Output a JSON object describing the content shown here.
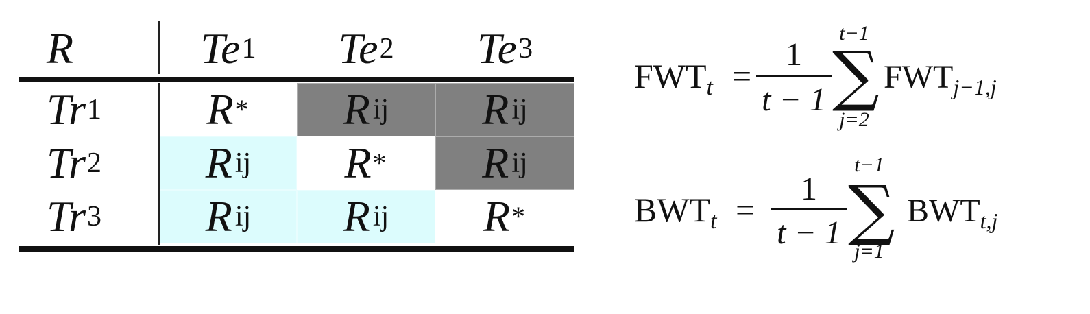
{
  "table": {
    "corner": "R",
    "columns": [
      {
        "base": "Te",
        "sub": "1"
      },
      {
        "base": "Te",
        "sub": "2"
      },
      {
        "base": "Te",
        "sub": "3"
      }
    ],
    "rows": [
      {
        "base": "Tr",
        "sub": "1",
        "cells": [
          {
            "base": "R",
            "sup": "*",
            "sub": "",
            "fill": "#ffffff"
          },
          {
            "base": "R",
            "sup": "",
            "sub": "ij",
            "fill": "#808080"
          },
          {
            "base": "R",
            "sup": "",
            "sub": "ij",
            "fill": "#808080"
          }
        ]
      },
      {
        "base": "Tr",
        "sub": "2",
        "cells": [
          {
            "base": "R",
            "sup": "",
            "sub": "ij",
            "fill": "#dcfcfd"
          },
          {
            "base": "R",
            "sup": "*",
            "sub": "",
            "fill": "#ffffff"
          },
          {
            "base": "R",
            "sup": "",
            "sub": "ij",
            "fill": "#808080"
          }
        ]
      },
      {
        "base": "Tr",
        "sub": "3",
        "cells": [
          {
            "base": "R",
            "sup": "",
            "sub": "ij",
            "fill": "#dcfcfd"
          },
          {
            "base": "R",
            "sup": "",
            "sub": "ij",
            "fill": "#dcfcfd"
          },
          {
            "base": "R",
            "sup": "*",
            "sub": "",
            "fill": "#ffffff"
          }
        ]
      }
    ]
  },
  "formulas": {
    "fwt": {
      "lhs": "FWT",
      "lhs_sub": "t",
      "eq": "=",
      "num": "1",
      "den": "t − 1",
      "sigma": "∑",
      "upper": "t−1",
      "lower": "j=2",
      "rhs": "FWT",
      "rhs_sub": "j−1,j"
    },
    "bwt": {
      "lhs": "BWT",
      "lhs_sub": "t",
      "eq": "=",
      "num": "1",
      "den": "t − 1",
      "sigma": "∑",
      "upper": "t−1",
      "lower": "j=1",
      "rhs": "BWT",
      "rhs_sub": "t,j"
    }
  }
}
